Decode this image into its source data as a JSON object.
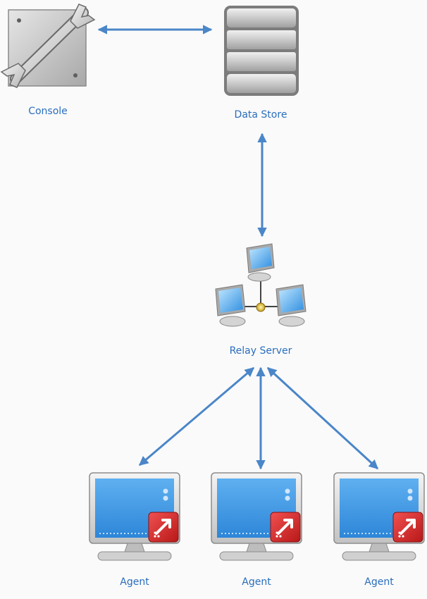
{
  "nodes": {
    "console": {
      "label": "Console",
      "icon": "wrench-tool-icon"
    },
    "data_store": {
      "label": "Data Store",
      "icon": "server-stack-icon"
    },
    "relay_server": {
      "label": "Relay Server",
      "icon": "network-computers-icon"
    },
    "agents": [
      {
        "label": "Agent",
        "icon": "monitor-agent-icon"
      },
      {
        "label": "Agent",
        "icon": "monitor-agent-icon"
      },
      {
        "label": "Agent",
        "icon": "monitor-agent-icon"
      }
    ]
  },
  "connections": [
    {
      "from": "console",
      "to": "data_store",
      "direction": "both"
    },
    {
      "from": "data_store",
      "to": "relay_server",
      "direction": "both"
    },
    {
      "from": "relay_server",
      "to": "agent-1",
      "direction": "both"
    },
    {
      "from": "relay_server",
      "to": "agent-2",
      "direction": "both"
    },
    {
      "from": "relay_server",
      "to": "agent-3",
      "direction": "both"
    }
  ],
  "colors": {
    "arrow": "#4a86c8",
    "label": "#2a6ebd",
    "background": "#fafafa"
  }
}
